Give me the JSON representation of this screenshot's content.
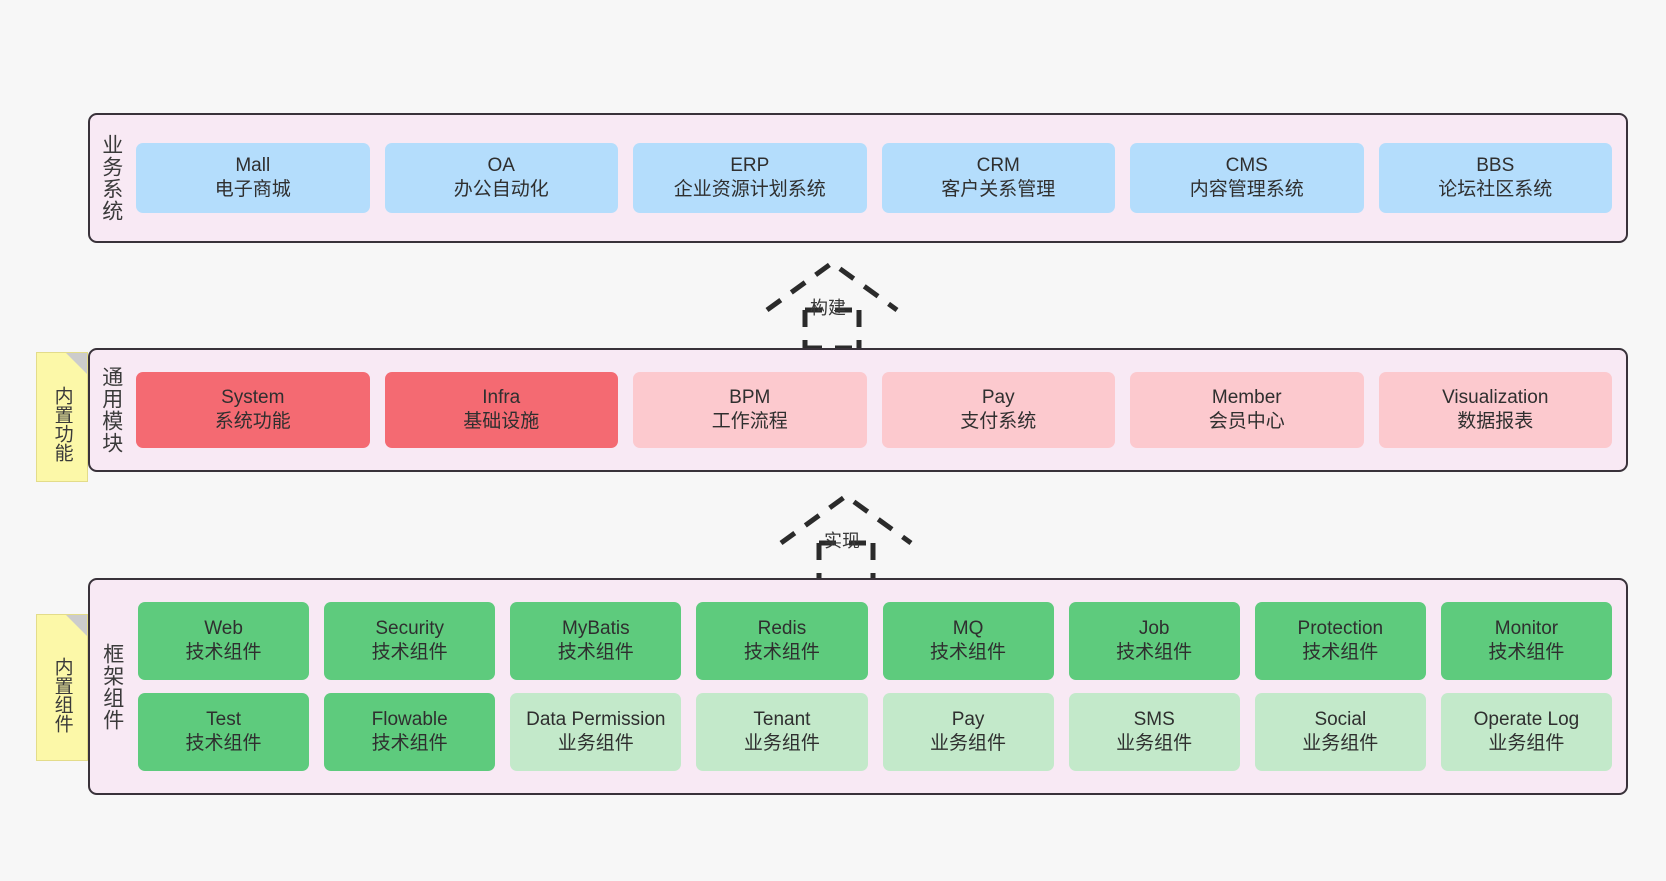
{
  "diagram": {
    "background_color": "#f7f7f7",
    "layer_fill": "#f8e9f4",
    "layer_border": "#39323a",
    "sticky_color": "#fcf8a8",
    "colors": {
      "blue": "#b4ddfc",
      "red": "#f46a72",
      "pink": "#fcc9ce",
      "green": "#5ecb7d",
      "light_green": "#c3e9ca"
    }
  },
  "layers": [
    {
      "id": "business",
      "title": "业务系统",
      "rows": [
        [
          {
            "en": "Mall",
            "cn": "电子商城",
            "style": "blue"
          },
          {
            "en": "OA",
            "cn": "办公自动化",
            "style": "blue"
          },
          {
            "en": "ERP",
            "cn": "企业资源计划系统",
            "style": "blue"
          },
          {
            "en": "CRM",
            "cn": "客户关系管理",
            "style": "blue"
          },
          {
            "en": "CMS",
            "cn": "内容管理系统",
            "style": "blue"
          },
          {
            "en": "BBS",
            "cn": "论坛社区系统",
            "style": "blue"
          }
        ]
      ]
    },
    {
      "id": "common",
      "title": "通用模块",
      "sticky": "内置功能",
      "rows": [
        [
          {
            "en": "System",
            "cn": "系统功能",
            "style": "red"
          },
          {
            "en": "Infra",
            "cn": "基础设施",
            "style": "red"
          },
          {
            "en": "BPM",
            "cn": "工作流程",
            "style": "pink"
          },
          {
            "en": "Pay",
            "cn": "支付系统",
            "style": "pink"
          },
          {
            "en": "Member",
            "cn": "会员中心",
            "style": "pink"
          },
          {
            "en": "Visualization",
            "cn": "数据报表",
            "style": "pink"
          }
        ]
      ]
    },
    {
      "id": "framework",
      "title": "框架组件",
      "sticky": "内置组件",
      "rows": [
        [
          {
            "en": "Web",
            "cn": "技术组件",
            "style": "green"
          },
          {
            "en": "Security",
            "cn": "技术组件",
            "style": "green"
          },
          {
            "en": "MyBatis",
            "cn": "技术组件",
            "style": "green"
          },
          {
            "en": "Redis",
            "cn": "技术组件",
            "style": "green"
          },
          {
            "en": "MQ",
            "cn": "技术组件",
            "style": "green"
          },
          {
            "en": "Job",
            "cn": "技术组件",
            "style": "green"
          },
          {
            "en": "Protection",
            "cn": "技术组件",
            "style": "green"
          },
          {
            "en": "Monitor",
            "cn": "技术组件",
            "style": "green"
          }
        ],
        [
          {
            "en": "Test",
            "cn": "技术组件",
            "style": "green"
          },
          {
            "en": "Flowable",
            "cn": "技术组件",
            "style": "green"
          },
          {
            "en": "Data Permission",
            "cn": "业务组件",
            "style": "light_green"
          },
          {
            "en": "Tenant",
            "cn": "业务组件",
            "style": "light_green"
          },
          {
            "en": "Pay",
            "cn": "业务组件",
            "style": "light_green"
          },
          {
            "en": "SMS",
            "cn": "业务组件",
            "style": "light_green"
          },
          {
            "en": "Social",
            "cn": "业务组件",
            "style": "light_green"
          },
          {
            "en": "Operate Log",
            "cn": "业务组件",
            "style": "light_green"
          }
        ]
      ]
    }
  ],
  "connectors": [
    {
      "id": "build",
      "label": "构建",
      "from": "common",
      "to": "business",
      "style": "dashed-generalization"
    },
    {
      "id": "impl",
      "label": "实现",
      "from": "framework",
      "to": "common",
      "style": "dashed-generalization"
    }
  ]
}
